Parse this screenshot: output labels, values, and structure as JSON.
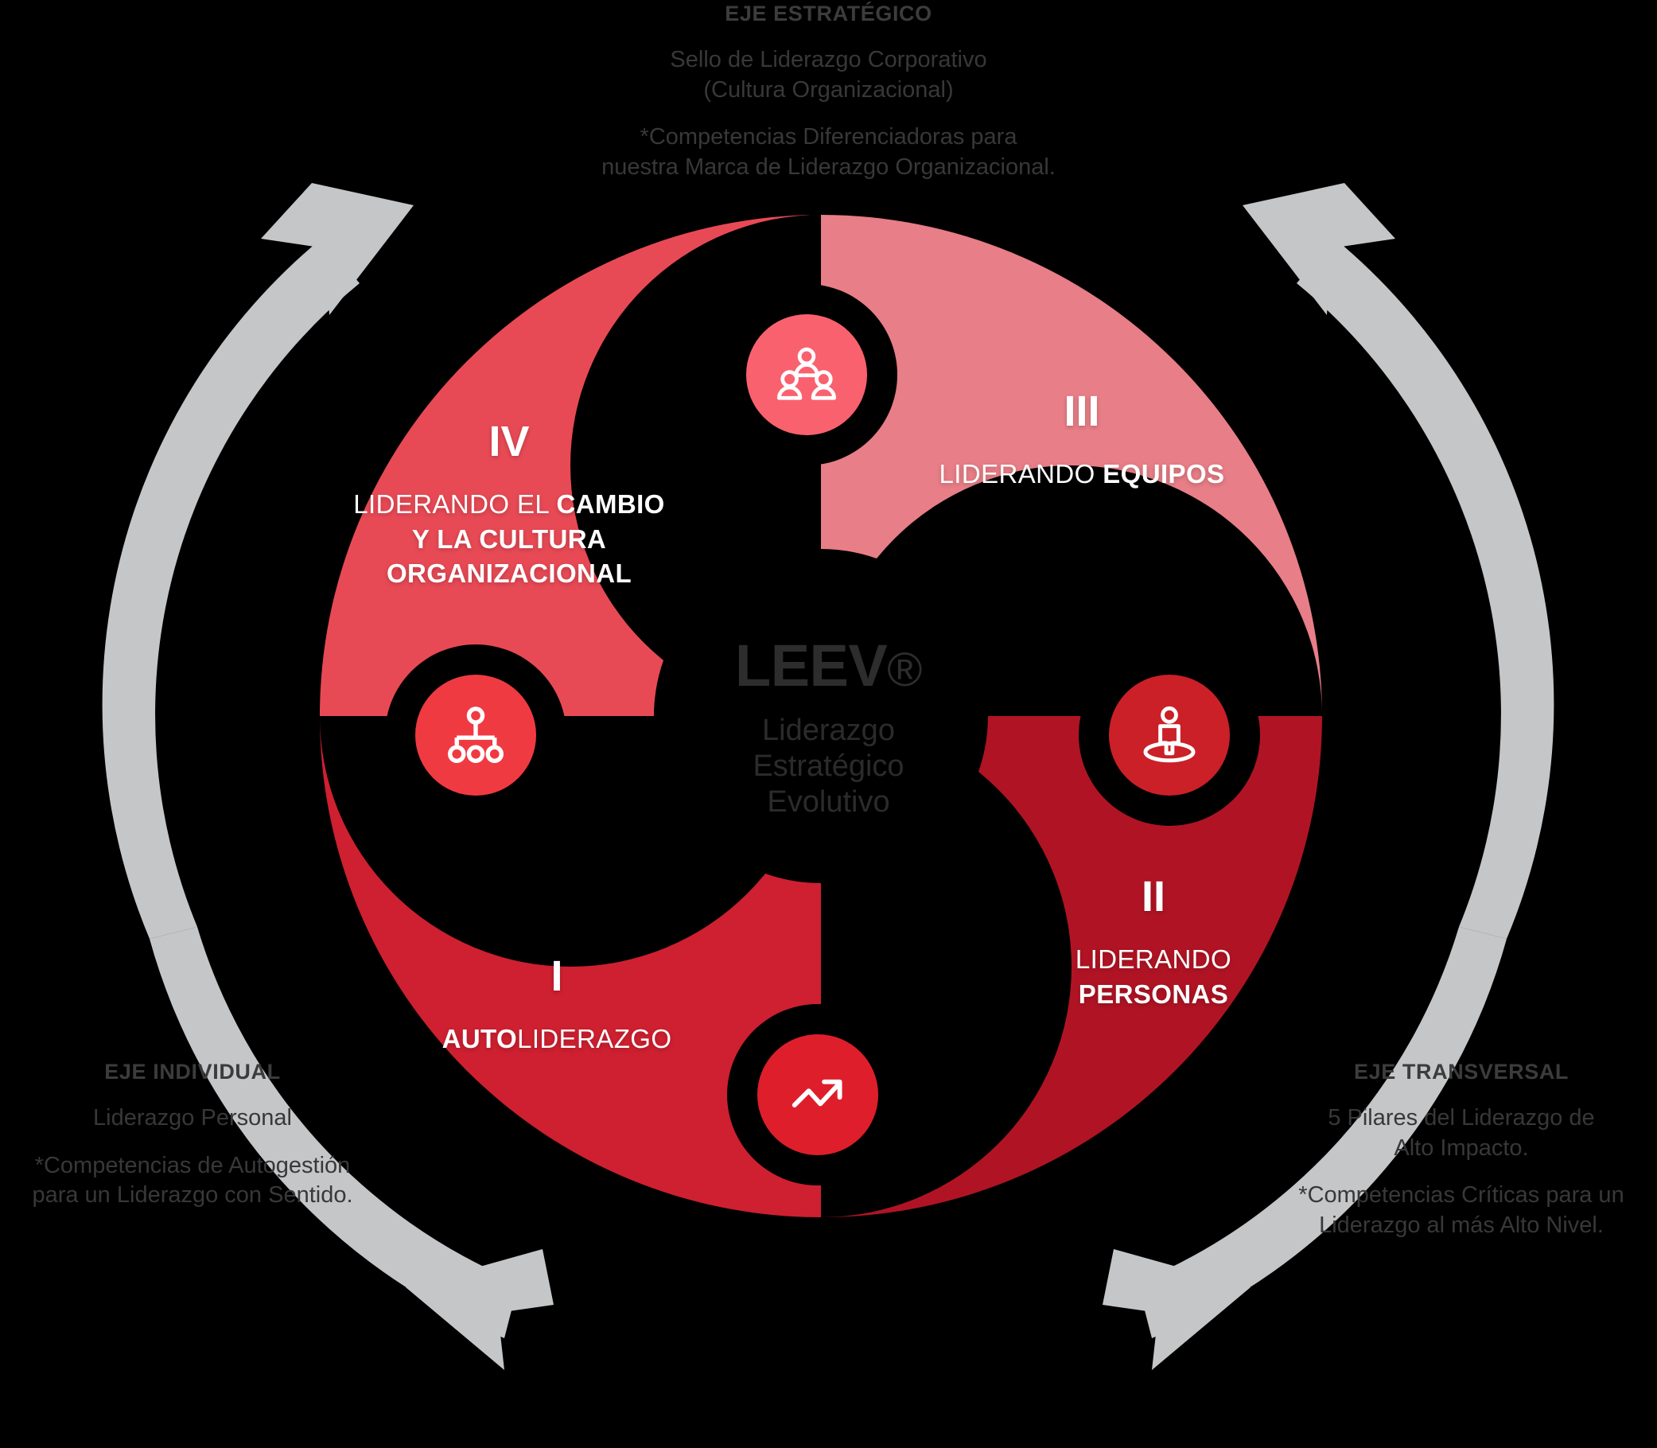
{
  "captions": {
    "top": {
      "title": "EJE ESTRATÉGICO",
      "line1": "Sello de Liderazgo Corporativo",
      "line2": "(Cultura Organizacional)",
      "line3": "*Competencias Diferenciadoras para",
      "line4": "nuestra Marca de Liderazgo Organizacional."
    },
    "left": {
      "title": "EJE INDIVIDUAL",
      "line1": "Liderazgo Personal",
      "line2": "",
      "line3": "*Competencias de Autogestión",
      "line4": "para un Liderazgo con Sentido."
    },
    "right": {
      "title": "EJE TRANSVERSAL",
      "line1": "5 Pilares del Liderazgo de",
      "line2": "Alto Impacto.",
      "line3": "*Competencias Críticas para un",
      "line4": "Liderazgo al más Alto Nivel."
    }
  },
  "center": {
    "brand": "LEEV",
    "registered": "®",
    "sub_line1": "Liderazgo",
    "sub_line2": "Estratégico",
    "sub_line3": "Evolutivo"
  },
  "quadrants": [
    {
      "roman": "I",
      "label_bold": "AUTO",
      "label_light": "LIDERAZGO",
      "color": "#CE2030",
      "icon": "trending-up-icon"
    },
    {
      "roman": "II",
      "line1_light": "LIDERANDO",
      "line2_bold": "PERSONAS",
      "color": "#B01424",
      "icon": "person-in-circle-icon"
    },
    {
      "roman": "III",
      "label_light": "LIDERANDO ",
      "label_bold": "EQUIPOS",
      "color": "#E87E87",
      "icon": "team-three-people-icon"
    },
    {
      "roman": "IV",
      "line1_light": "LIDERANDO EL ",
      "line1_bold": "CAMBIO",
      "line2_bold": "Y LA CULTURA",
      "line3_bold": "ORGANIZACIONAL",
      "color": "#E84A55",
      "icon": "org-chart-icon"
    }
  ],
  "arrows": {
    "color": "#C4C6C8",
    "count": 4,
    "names": [
      "arrow-left-upward",
      "arrow-top-right-downward",
      "arrow-bottom-right-upward",
      "arrow-bottom-left-leftward"
    ]
  },
  "colors": {
    "background": "#000000",
    "quadrant_1": "#CE2030",
    "quadrant_2": "#B01424",
    "quadrant_3": "#E87E87",
    "quadrant_4": "#E84A55",
    "node_top": "#F9616F",
    "node_left": "#F03A42",
    "node_right": "#CB2027",
    "node_bottom": "#DE1F2B",
    "arrow": "#C4C6C8",
    "caption_text": "#3d3d3d",
    "center_text": "#2d2d2d"
  }
}
